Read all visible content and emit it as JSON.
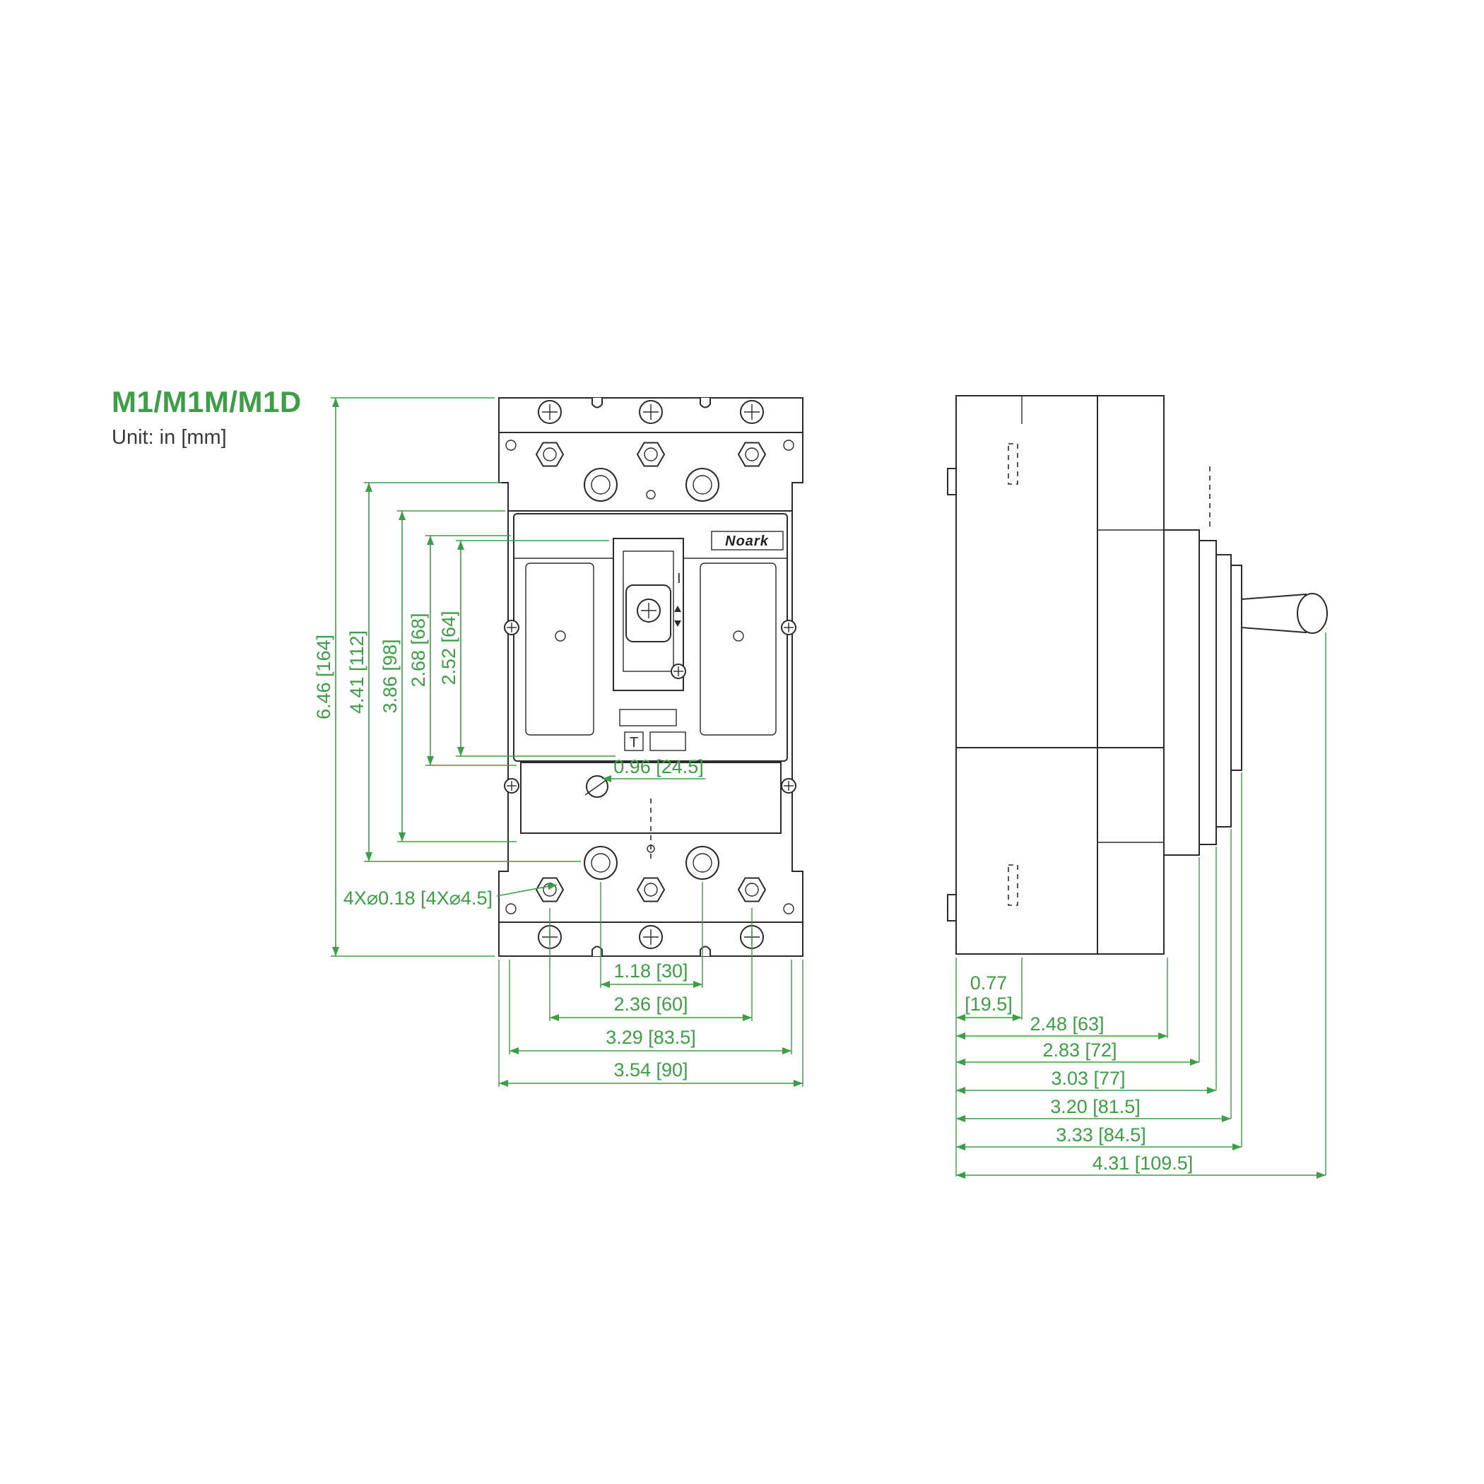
{
  "page": {
    "title": "M1/M1M/M1D",
    "unit": "Unit: in [mm]"
  },
  "brand": {
    "logo": "Noark"
  },
  "colors": {
    "accent": "#3E9D47",
    "line": "#2b2b2b"
  },
  "front_view": {
    "height_dims": [
      "6.46 [164]",
      "4.41 [112]",
      "3.86 [98]",
      "2.68 [68]",
      "2.52 [64]"
    ],
    "screw_dim": "0.96 [24.5]",
    "hole_note": "4X⌀0.18 [4X⌀4.5]",
    "width_dims": [
      "1.18 [30]",
      "2.36 [60]",
      "3.29 [83.5]",
      "3.54 [90]"
    ],
    "handle_on_marker": "I",
    "test_marker": "T"
  },
  "side_view": {
    "depth_dim_small_line1": "0.77",
    "depth_dim_small_line2": "[19.5]",
    "depth_dims": [
      "2.48 [63]",
      "2.83 [72]",
      "3.03 [77]",
      "3.20 [81.5]",
      "3.33 [84.5]",
      "4.31 [109.5]"
    ]
  }
}
